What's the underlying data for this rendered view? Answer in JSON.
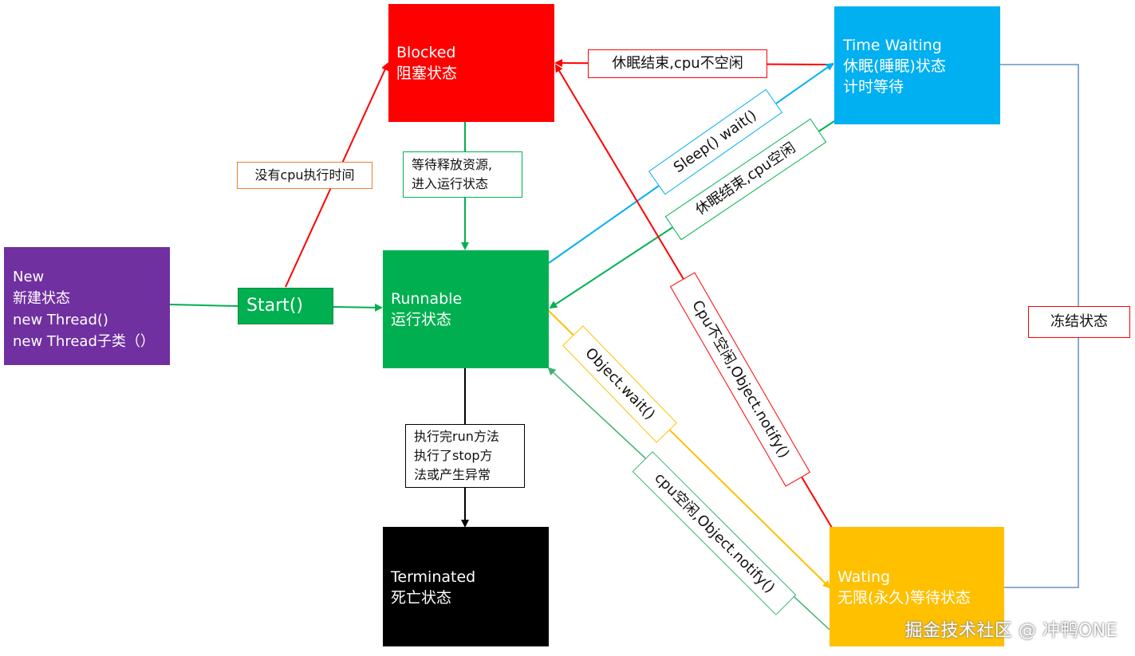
{
  "states": {
    "new": {
      "line1": "New",
      "line2": "新建状态",
      "line3": "new Thread()",
      "line4": "new Thread子类（）",
      "color": "#7030a0"
    },
    "blocked": {
      "line1": "Blocked",
      "line2": "阻塞状态",
      "color": "#ff0000"
    },
    "runnable": {
      "line1": "Runnable",
      "line2": "运行状态",
      "color": "#00b050"
    },
    "terminated": {
      "line1": "Terminated",
      "line2": "死亡状态",
      "color": "#000000"
    },
    "time_waiting": {
      "line1": "Time Waiting",
      "line2": "休眠(睡眠)状态",
      "line3": "计时等待",
      "color": "#00b0f0"
    },
    "waiting": {
      "line1": "Wating",
      "line2": "无限(永久)等待状态",
      "color": "#ffc000"
    }
  },
  "transitions": {
    "start": "Start()",
    "no_cpu": "没有cpu执行时间",
    "wait_release_line1": "等待释放资源,",
    "wait_release_line2": "进入运行状态",
    "sleep_end_cpu_busy": "休眠结束,cpu不空闲",
    "sleep_wait": "Sleep() wait()",
    "sleep_end_cpu_free": "休眠结束,cpu空闲",
    "object_wait": "Object.wait()",
    "cpu_busy_notify": "Cpu不空闲,Object.notify()",
    "cpu_free_notify": "cpu空闲,Object.notify()",
    "finish_line1": "执行完run方法",
    "finish_line2": "执行了stop方",
    "finish_line3": "法或产生异常",
    "frozen": "冻结状态"
  },
  "colors": {
    "red": "#ff0000",
    "green": "#00b050",
    "blue": "#00b0f0",
    "yellow": "#ffc000",
    "black": "#000000",
    "steel": "#4a7ebb",
    "orange_border": "#ed7d31"
  },
  "watermark": "掘金技术社区 @ 冲鸭ONE"
}
